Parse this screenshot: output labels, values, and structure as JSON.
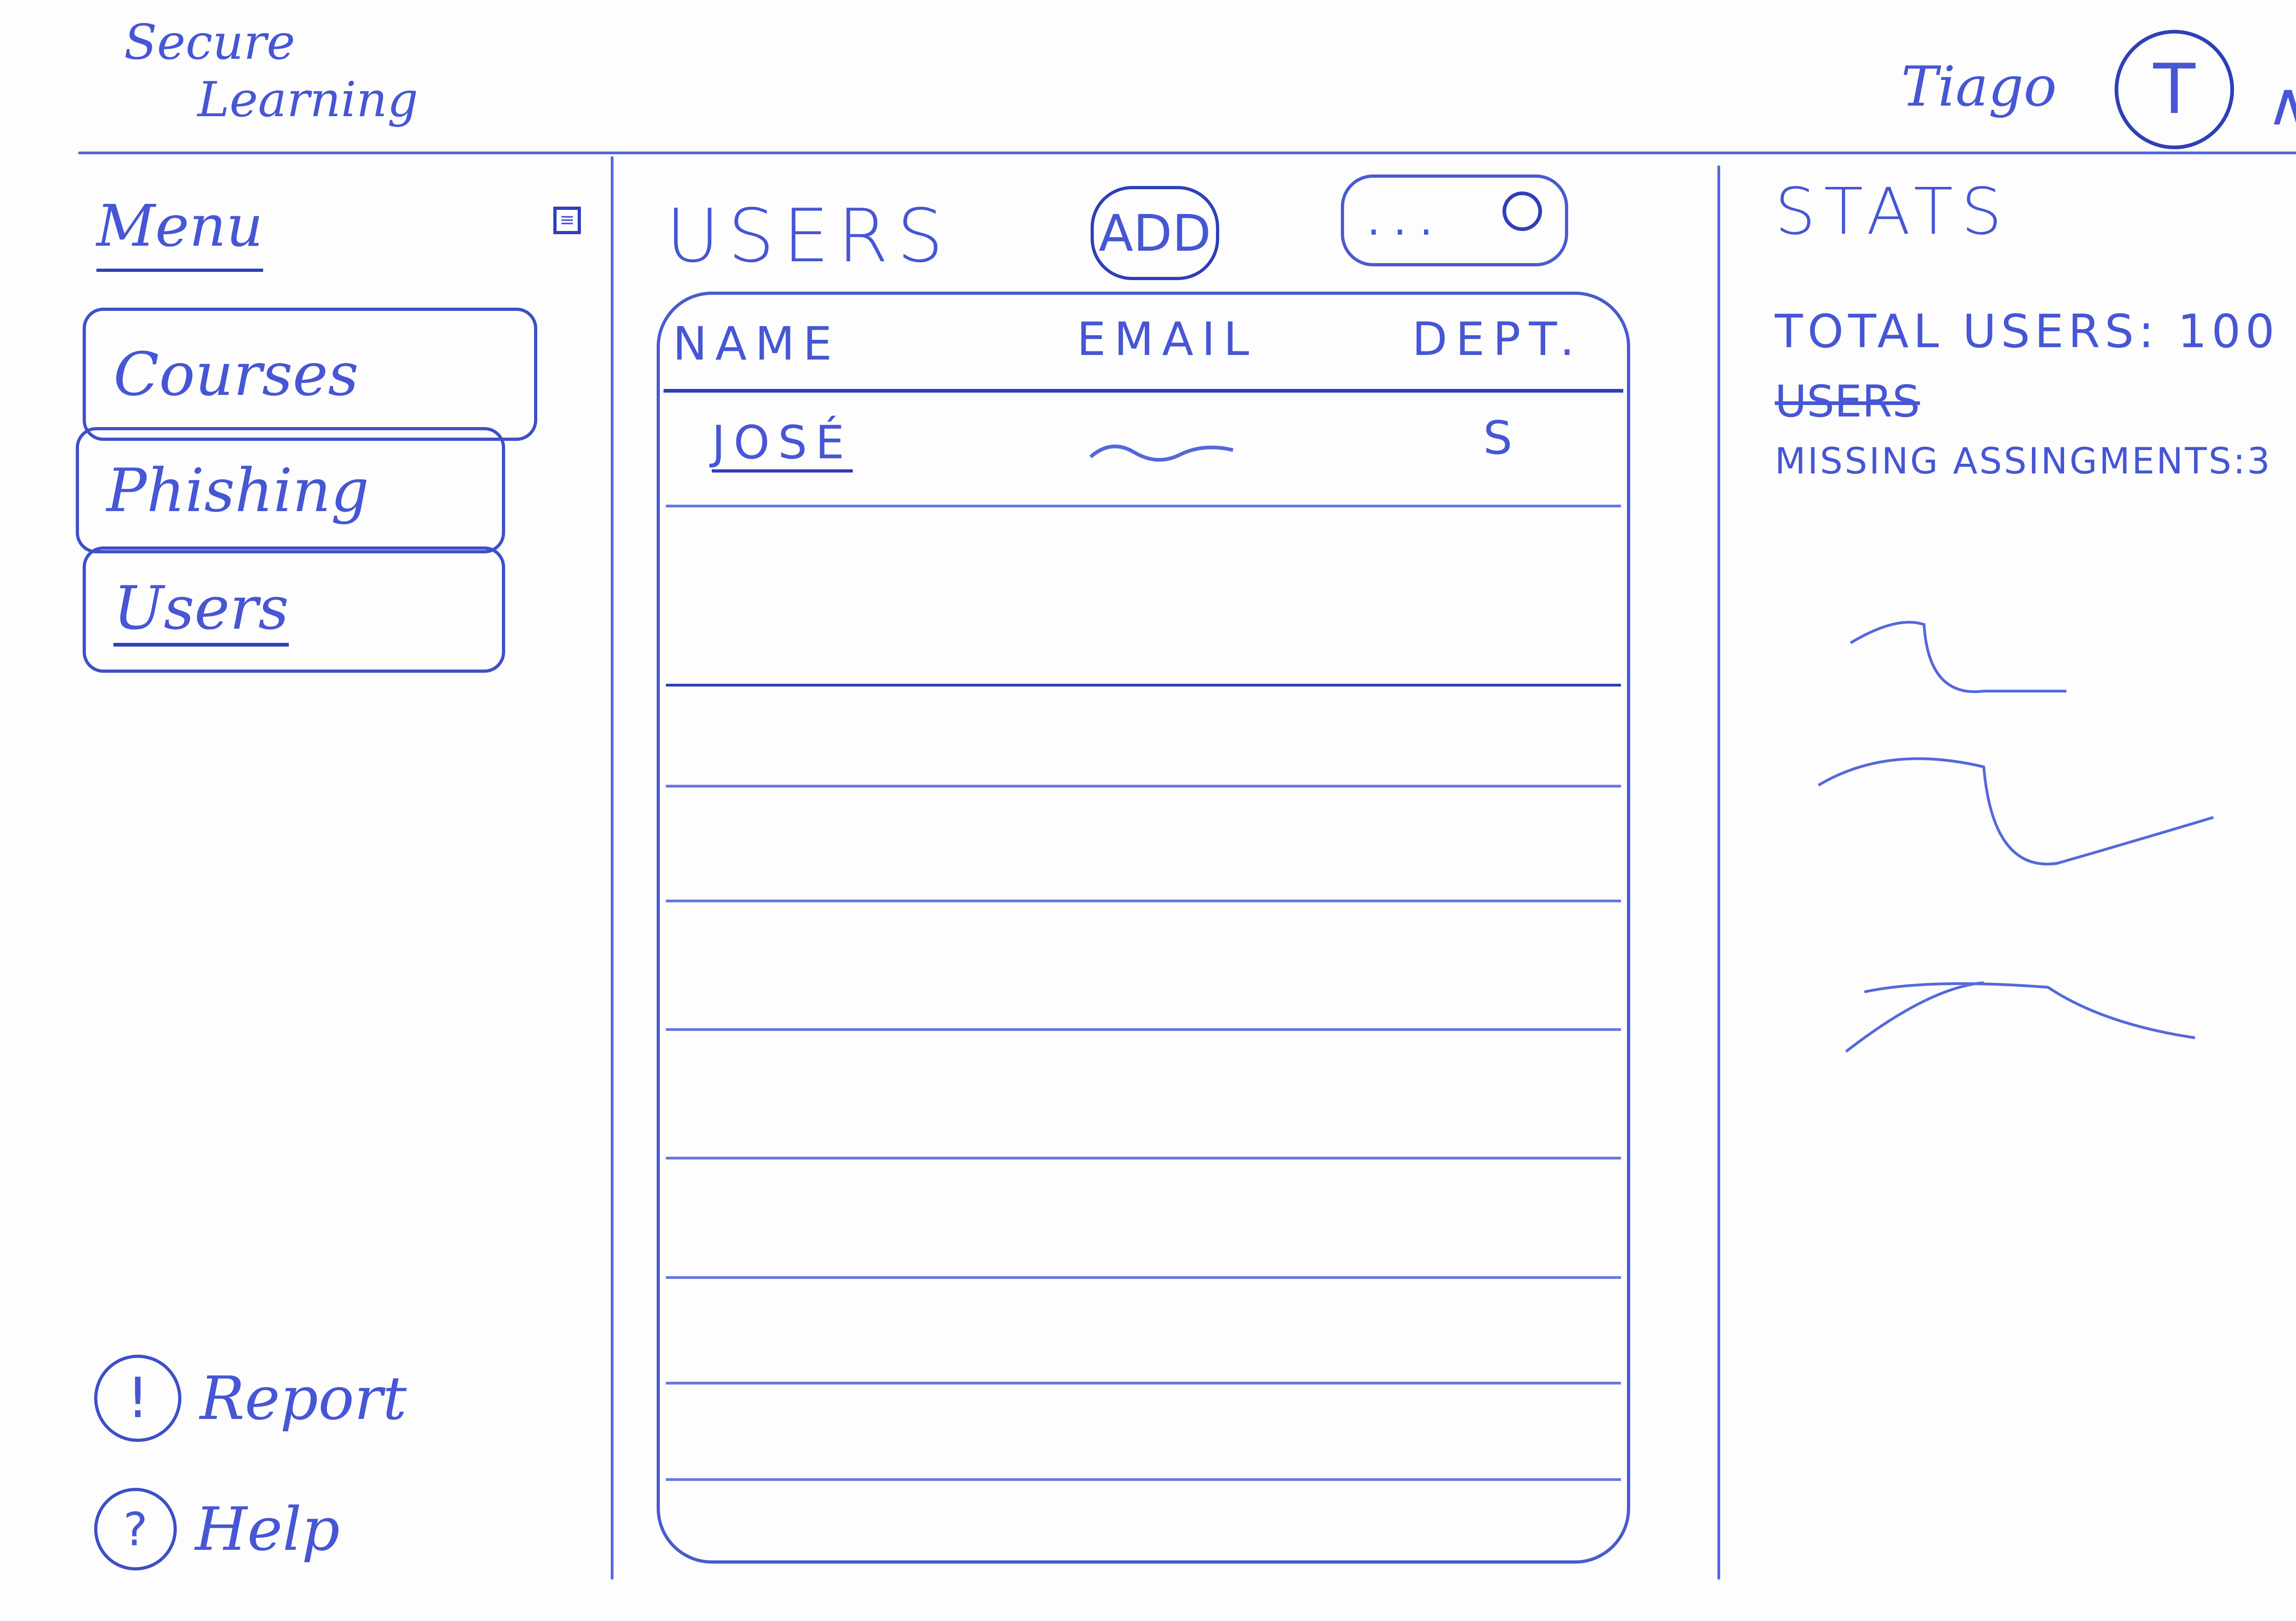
{
  "header": {
    "app_title_line1": "Secure",
    "app_title_line2": "Learning",
    "user_name": "Tiago",
    "avatar_initial": "T",
    "account_menu_icon": "chevron-up-icon"
  },
  "sidebar": {
    "title": "Menu",
    "collapse_icon": "collapse-sidebar-icon",
    "items": [
      {
        "label": "Courses",
        "active": false
      },
      {
        "label": "Phishing",
        "active": false
      },
      {
        "label": "Users",
        "active": true
      }
    ],
    "footer": [
      {
        "label": "Report",
        "icon": "exclamation-circle-icon",
        "glyph": "!"
      },
      {
        "label": "Help",
        "icon": "question-circle-icon",
        "glyph": "?"
      }
    ]
  },
  "main": {
    "title": "USERS",
    "add_label": "ADD",
    "search_placeholder": ". . .",
    "search_icon": "search-icon",
    "table": {
      "columns": [
        "NAME",
        "EMAIL",
        "DEPT."
      ],
      "rows": [
        {
          "name": "JOSÉ",
          "dept": "S"
        }
      ]
    }
  },
  "stats": {
    "title": "STATS",
    "total_users_label": "TOTAL USERS:",
    "total_users_value": "100",
    "crossed_out": "USERS",
    "missing_label": "MISSING ASSINGMENTS:",
    "missing_value": "3"
  },
  "colors": {
    "ink": "#4656d4",
    "paper": "#fdfdfd"
  }
}
